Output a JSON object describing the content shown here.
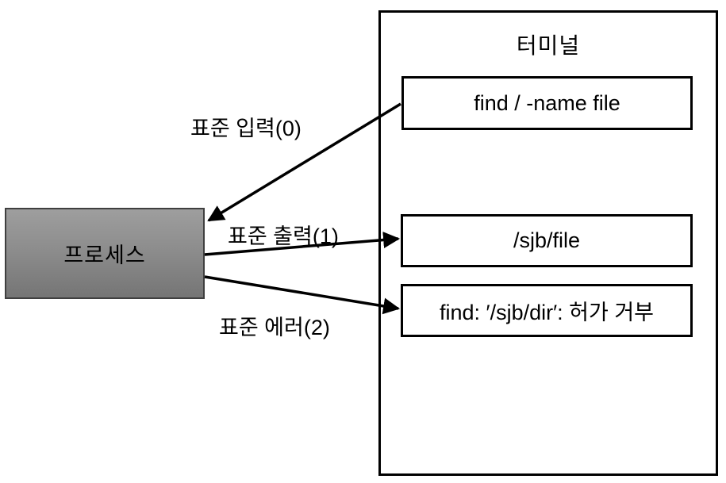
{
  "diagram": {
    "process": {
      "label": "프로세스"
    },
    "terminal": {
      "title": "터미널",
      "command_line": "find / -name file",
      "stdout_line": "/sjb/file",
      "stderr_line": "find: ′/sjb/dir′: 허가 거부"
    },
    "streams": {
      "stdin_label": "표준 입력(0)",
      "stdout_label": "표준 출력(1)",
      "stderr_label": "표준 에러(2)"
    },
    "colors": {
      "arrow": "#000000",
      "box_border": "#000000",
      "process_border": "#3f3f3f",
      "process_fill_top": "#9e9e9e",
      "process_fill_bottom": "#757575",
      "background": "#ffffff"
    }
  }
}
